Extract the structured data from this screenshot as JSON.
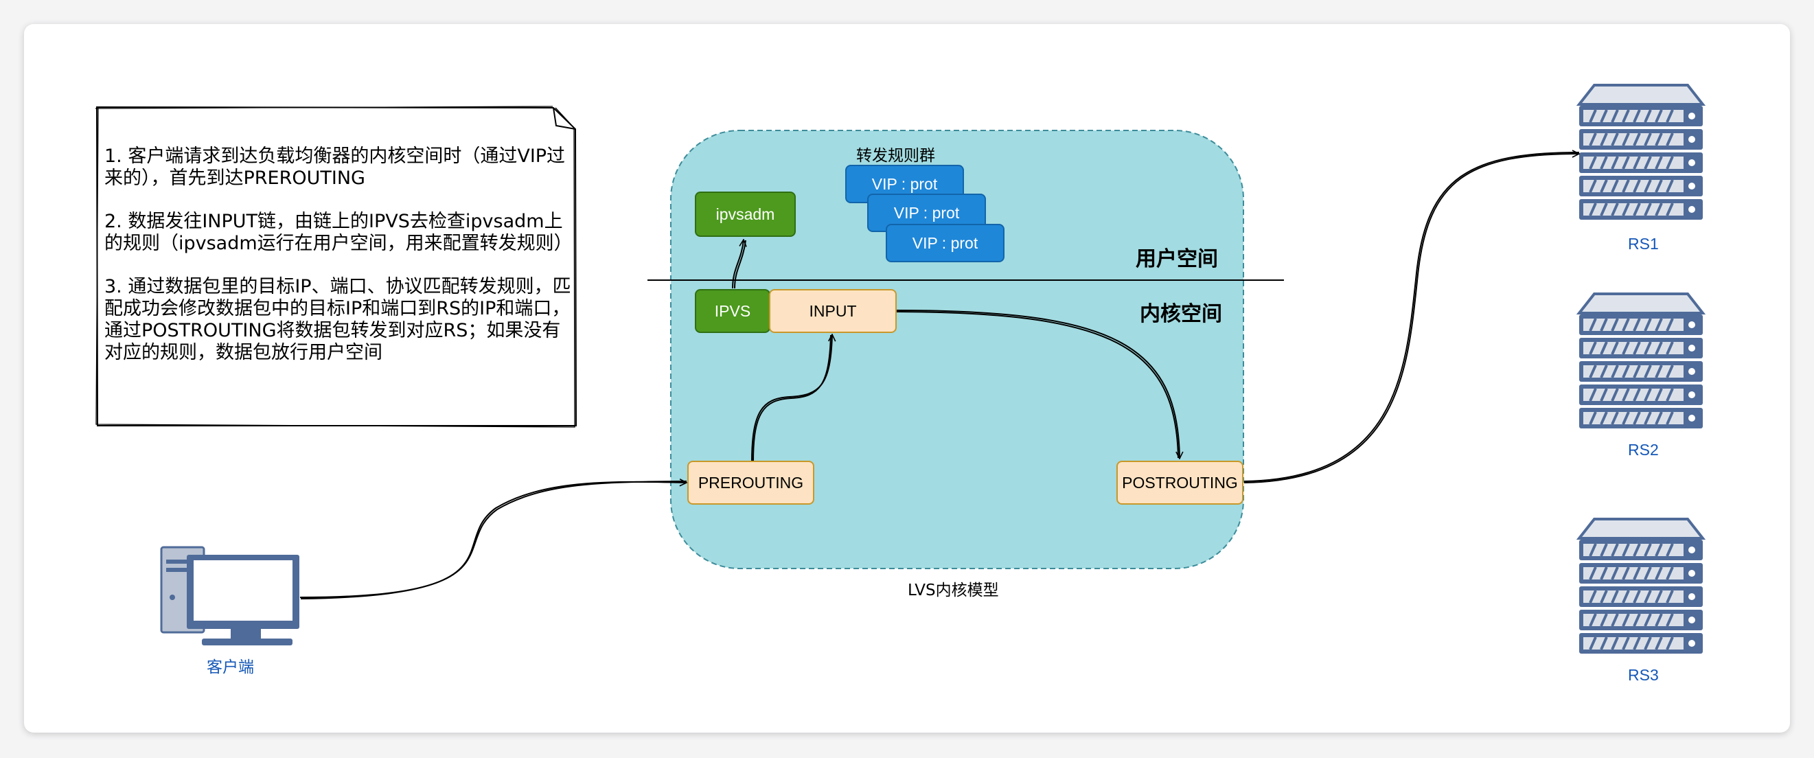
{
  "note": {
    "paragraphs": [
      "1. 客户端请求到达负载均衡器的内核空间时（通过VIP过来的），首先到达PREROUTING",
      "2. 数据发往INPUT链，由链上的IPVS去检查ipvsadm上的规则（ipvsadm运行在用户空间，用来配置转发规则）",
      "3. 通过数据包里的目标IP、端口、协议匹配转发规则，匹配成功会修改数据包中的目标IP和端口到RS的IP和端口，通过POSTROUTING将数据包转发到对应RS；如果没有对应的规则，数据包放行用户空间"
    ]
  },
  "lvs": {
    "caption": "LVS内核模型",
    "user_space_label": "用户空间",
    "kernel_space_label": "内核空间",
    "rule_group_title": "转发规则群",
    "rules": [
      "VIP : prot",
      "VIP : prot",
      "VIP : prot"
    ],
    "ipvsadm": "ipvsadm",
    "ipvs": "IPVS",
    "input": "INPUT",
    "prerouting": "PREROUTING",
    "postrouting": "POSTROUTING"
  },
  "client": {
    "label": "客户端"
  },
  "servers": [
    {
      "label": "RS1"
    },
    {
      "label": "RS2"
    },
    {
      "label": "RS3"
    }
  ],
  "colors": {
    "lvs_background": "#a2dbe1",
    "green_box": "#4d9a1e",
    "peach_box": "#fde3c3",
    "rule_box": "#1f87d8",
    "server_body": "#4f6b99",
    "label_blue": "#1558b8"
  }
}
